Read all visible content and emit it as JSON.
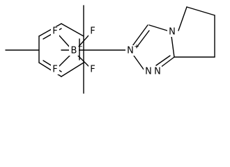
{
  "molecule": {
    "atoms": {
      "boron": {
        "symbol": "B",
        "charge": "−"
      },
      "fluorine_1": {
        "symbol": "F"
      },
      "fluorine_2": {
        "symbol": "F"
      },
      "fluorine_3": {
        "symbol": "F"
      },
      "fluorine_4": {
        "symbol": "F"
      },
      "nitrogen_cation": {
        "symbol": "N",
        "charge": "+"
      },
      "nitrogen_ring": {
        "symbol": "N"
      },
      "nitrogen_ring_2": {
        "symbol": "N"
      },
      "nitrogen_bridge": {
        "symbol": "N"
      }
    }
  },
  "colors": {
    "bond": "#000000",
    "background": "#ffffff"
  }
}
